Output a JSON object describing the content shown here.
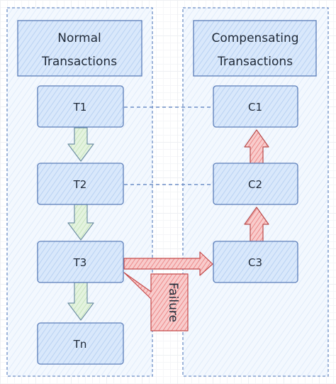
{
  "columns": {
    "normal": {
      "title_line1": "Normal",
      "title_line2": "Transactions"
    },
    "compensating": {
      "title_line1": "Compensating",
      "title_line2": "Transactions"
    }
  },
  "normal_steps": [
    "T1",
    "T2",
    "T3",
    "Tn"
  ],
  "compensating_steps": [
    "C1",
    "C2",
    "C3"
  ],
  "failure_label": "Failure",
  "colors": {
    "box_fill": "#d7e7fb",
    "box_stroke": "#5b7db8",
    "group_stroke": "#6e8fc7",
    "down_arrow_fill": "#ddf0d8",
    "down_arrow_stroke": "#6f90a4",
    "up_arrow_fill": "#f6b1b1",
    "up_arrow_stroke": "#b84b4b",
    "failure_fill": "#f7a6a6",
    "failure_stroke": "#c44a4a",
    "connector": "#6e8fc7"
  }
}
